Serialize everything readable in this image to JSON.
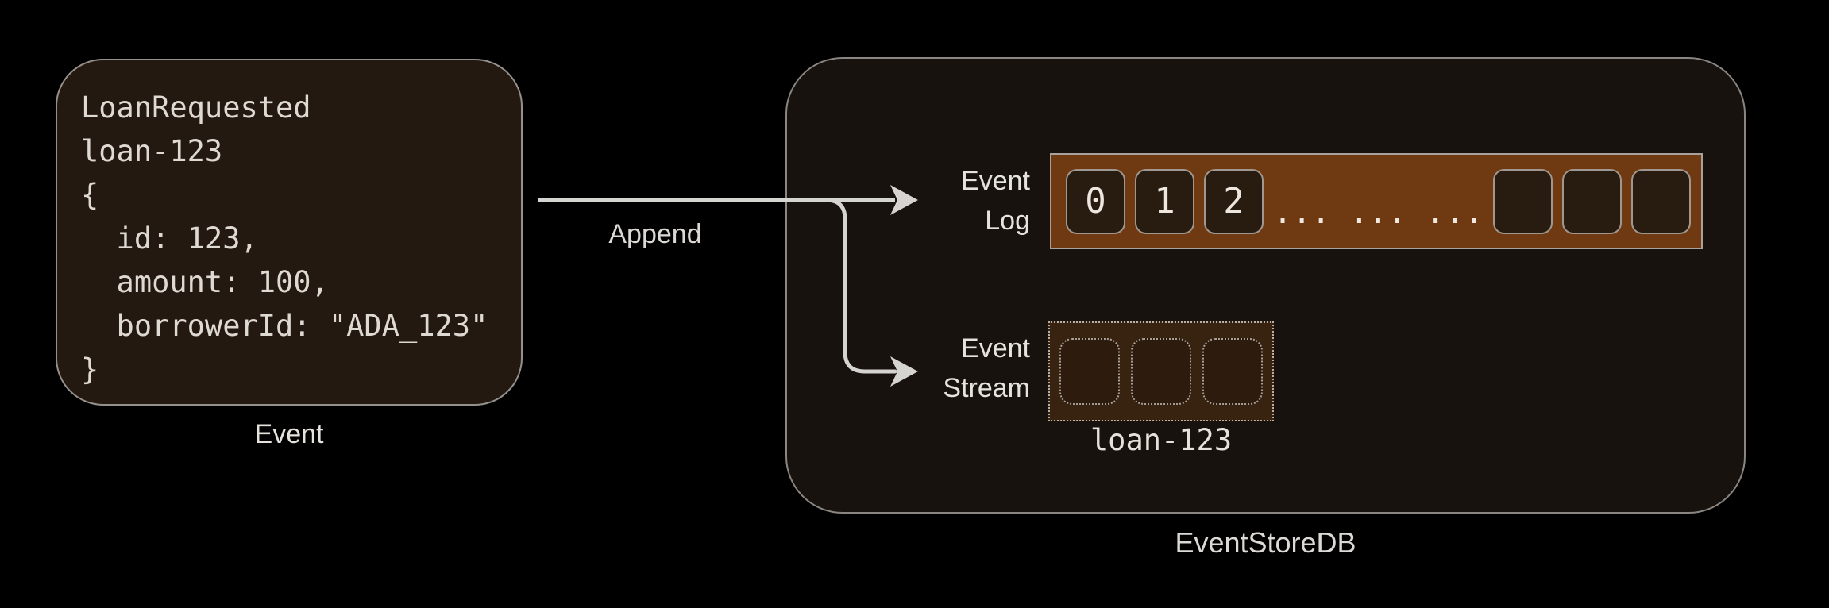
{
  "colors": {
    "bg": "#000000",
    "card-bg": "#241910",
    "card-border": "#94908b",
    "container-bg": "#17120e",
    "container-border": "#8a8580",
    "bar-bg": "#6f3911",
    "bar-border": "#a9a19a",
    "cell-bg": "#281c11",
    "cell-border": "#a09890",
    "stream-bg": "#372310",
    "stream-border": "#b9b1a9",
    "arrow": "#d6d4d1",
    "text": "#e6e2dd"
  },
  "event_card": {
    "code": "LoanRequested\nloan-123\n{\n  id: 123,\n  amount: 100,\n  borrowerId: \"ADA_123\"\n}",
    "caption": "Event"
  },
  "append": {
    "label": "Append"
  },
  "store": {
    "caption": "EventStoreDB",
    "event_log": {
      "label": "Event\nLog",
      "cells": [
        "0",
        "1",
        "2"
      ],
      "ellipsis": "... ... ...",
      "empty_cell_count": 3
    },
    "event_stream": {
      "label": "Event\nStream",
      "stream_name": "loan-123",
      "slot_count": 3
    }
  }
}
